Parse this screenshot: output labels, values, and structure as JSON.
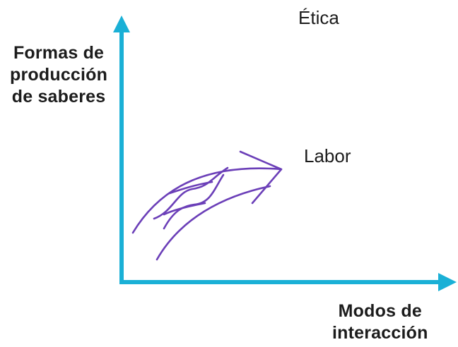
{
  "labels": {
    "y_axis_line1": "Formas de",
    "y_axis_line2": "producción",
    "y_axis_line3": "de saberes",
    "x_axis_line1": "Modos de",
    "x_axis_line2": "interacción",
    "top_label": "Ética",
    "arrow_label": "Labor"
  },
  "colors": {
    "axis": "#1ab0d6",
    "arrow": "#6b3fb8",
    "text": "#1c1c1c"
  }
}
